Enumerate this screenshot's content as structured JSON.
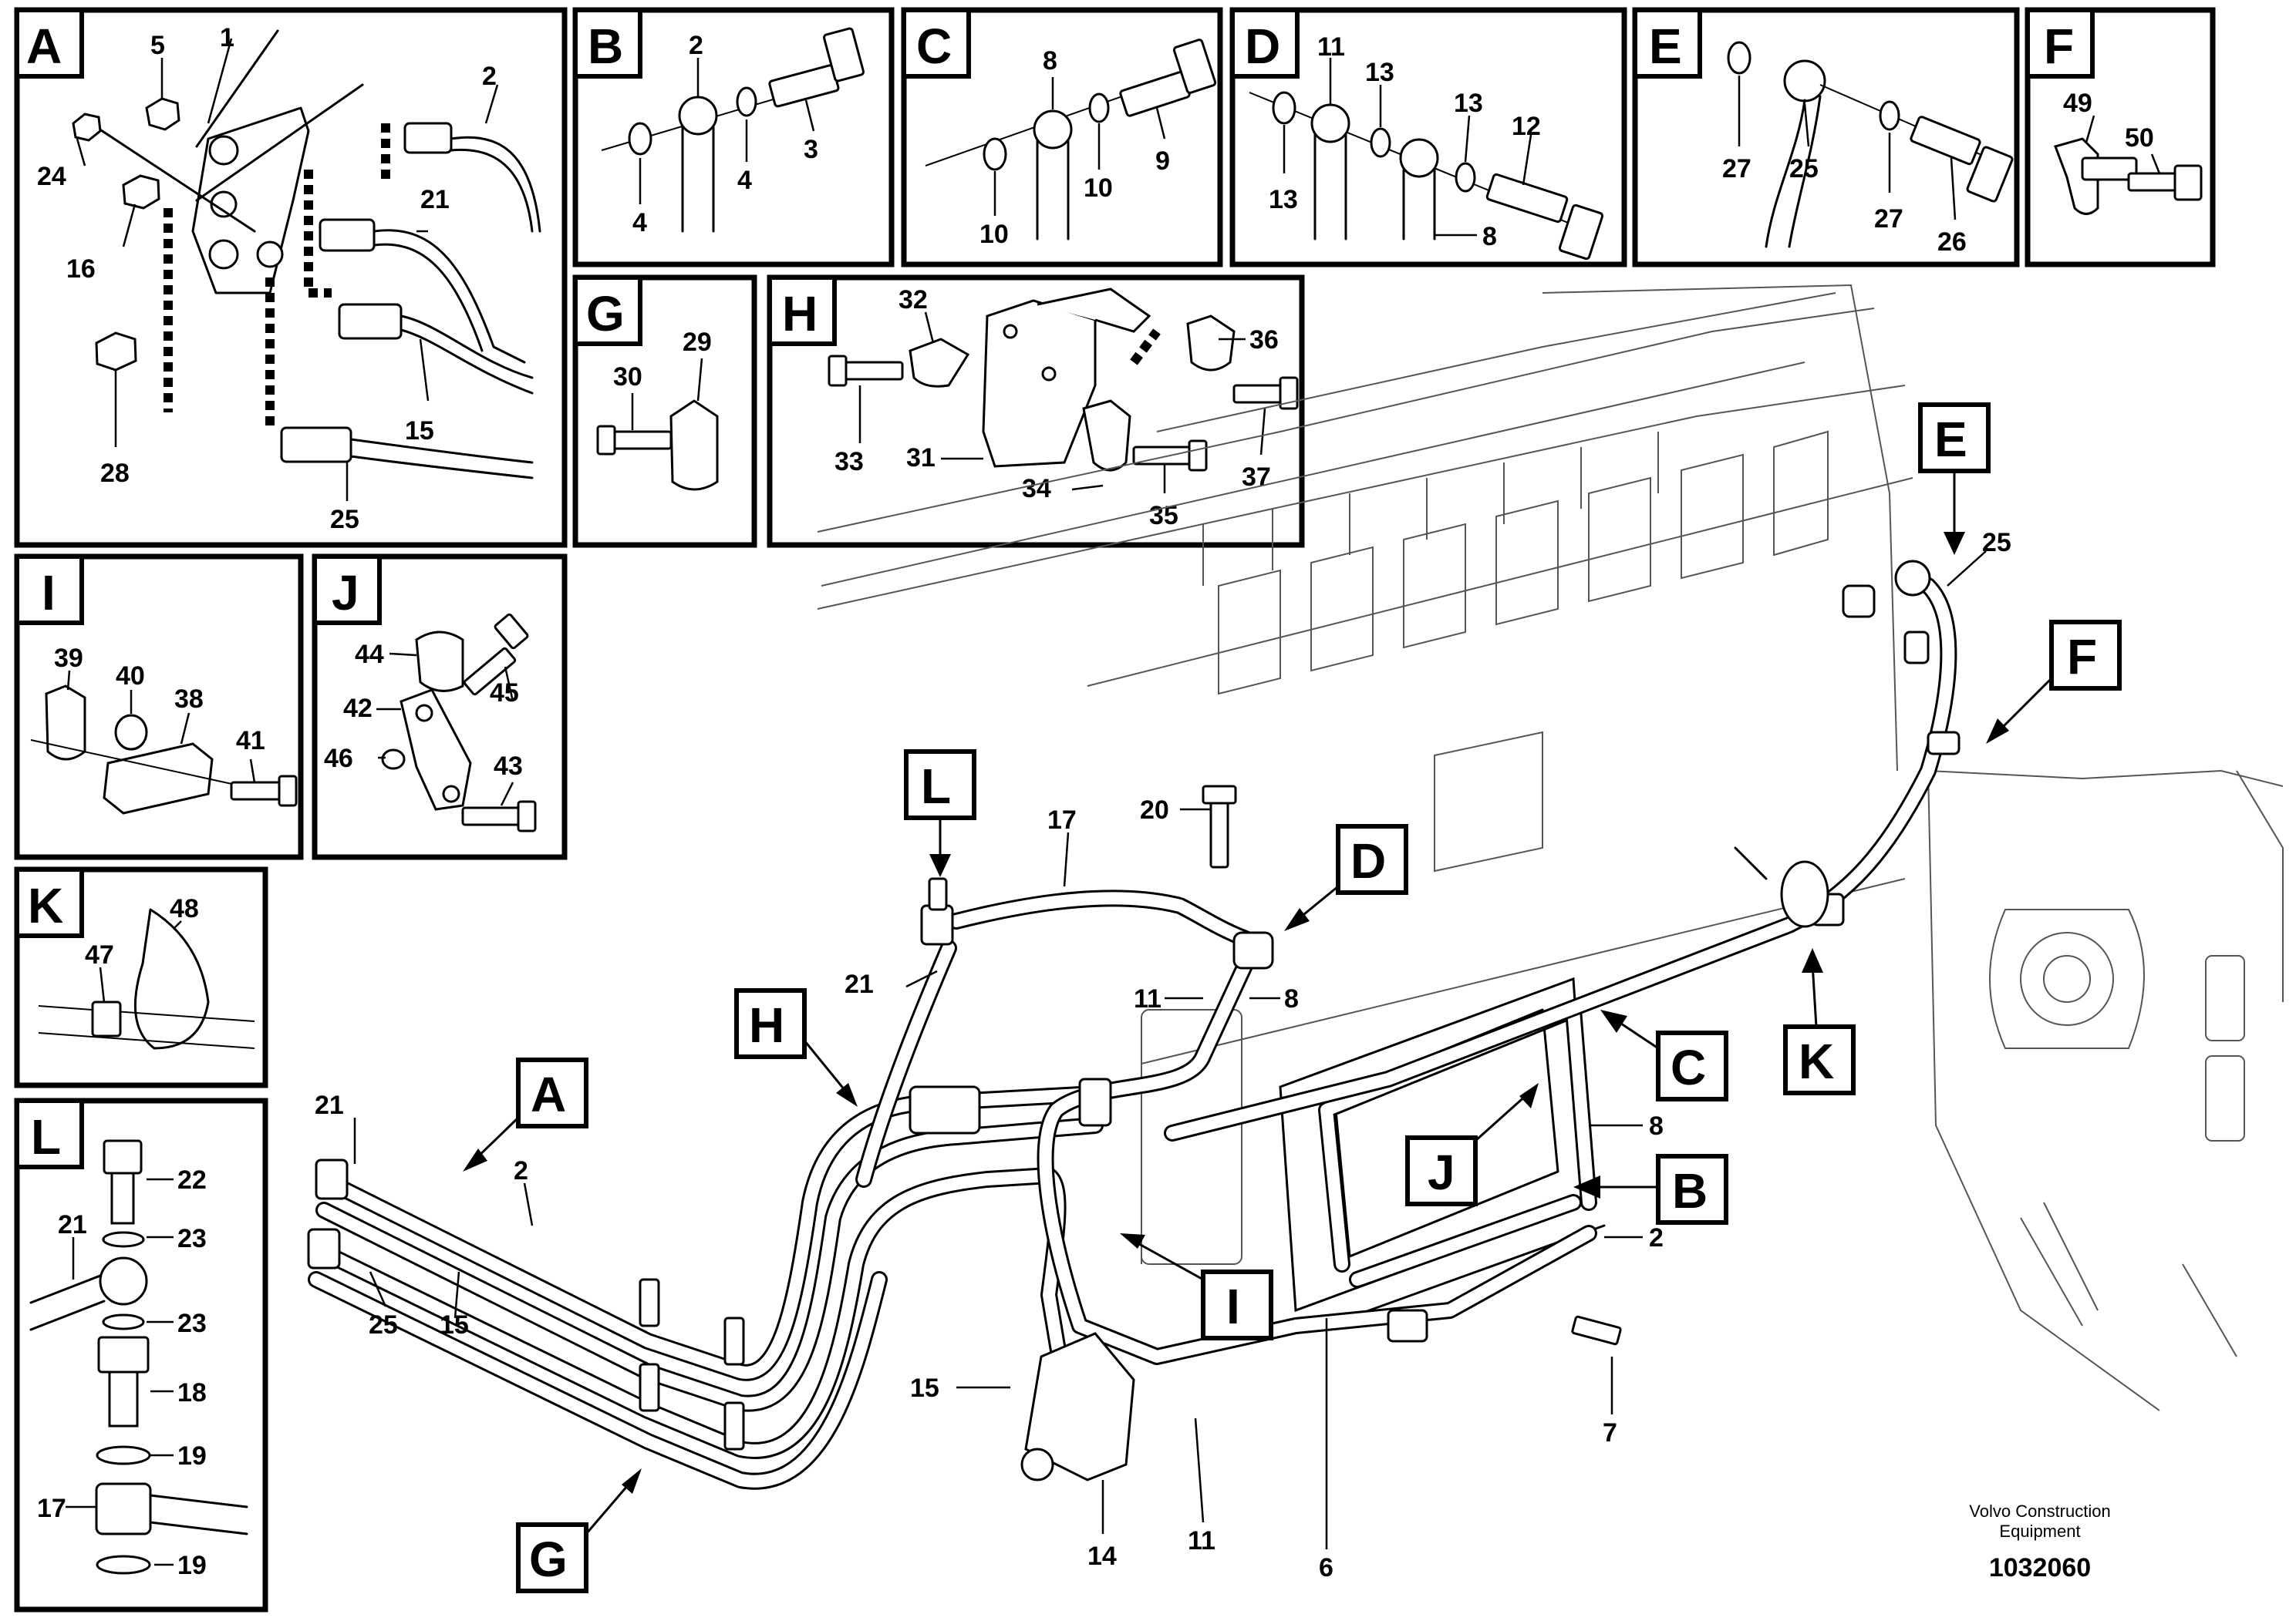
{
  "panels": [
    {
      "letter": "A",
      "numbers": [
        "1",
        "2",
        "5",
        "24",
        "21",
        "16",
        "15",
        "28",
        "25"
      ]
    },
    {
      "letter": "B",
      "numbers": [
        "2",
        "3",
        "4",
        "4"
      ]
    },
    {
      "letter": "C",
      "numbers": [
        "8",
        "9",
        "10",
        "10"
      ]
    },
    {
      "letter": "D",
      "numbers": [
        "11",
        "13",
        "13",
        "13",
        "12",
        "8"
      ]
    },
    {
      "letter": "E",
      "numbers": [
        "27",
        "25",
        "27",
        "26"
      ]
    },
    {
      "letter": "F",
      "numbers": [
        "49",
        "50"
      ]
    },
    {
      "letter": "G",
      "numbers": [
        "29",
        "30"
      ]
    },
    {
      "letter": "H",
      "numbers": [
        "32",
        "36",
        "33",
        "31",
        "34",
        "35",
        "37"
      ]
    },
    {
      "letter": "I",
      "numbers": [
        "39",
        "40",
        "38",
        "41"
      ]
    },
    {
      "letter": "J",
      "numbers": [
        "44",
        "45",
        "42",
        "46",
        "43"
      ]
    },
    {
      "letter": "K",
      "numbers": [
        "47",
        "48"
      ]
    },
    {
      "letter": "L",
      "numbers": [
        "22",
        "21",
        "23",
        "23",
        "18",
        "19",
        "17",
        "19"
      ]
    }
  ],
  "main_callouts": {
    "tags": [
      "A",
      "B",
      "C",
      "D",
      "E",
      "F",
      "G",
      "H",
      "I",
      "J",
      "K",
      "L"
    ],
    "numbers": [
      "17",
      "20",
      "21",
      "11",
      "8",
      "25",
      "21",
      "2",
      "25",
      "15",
      "15",
      "14",
      "11",
      "6",
      "2",
      "8",
      "7"
    ]
  },
  "footer": {
    "credit_line1": "Volvo Construction",
    "credit_line2": "Equipment",
    "code": "1032060"
  }
}
